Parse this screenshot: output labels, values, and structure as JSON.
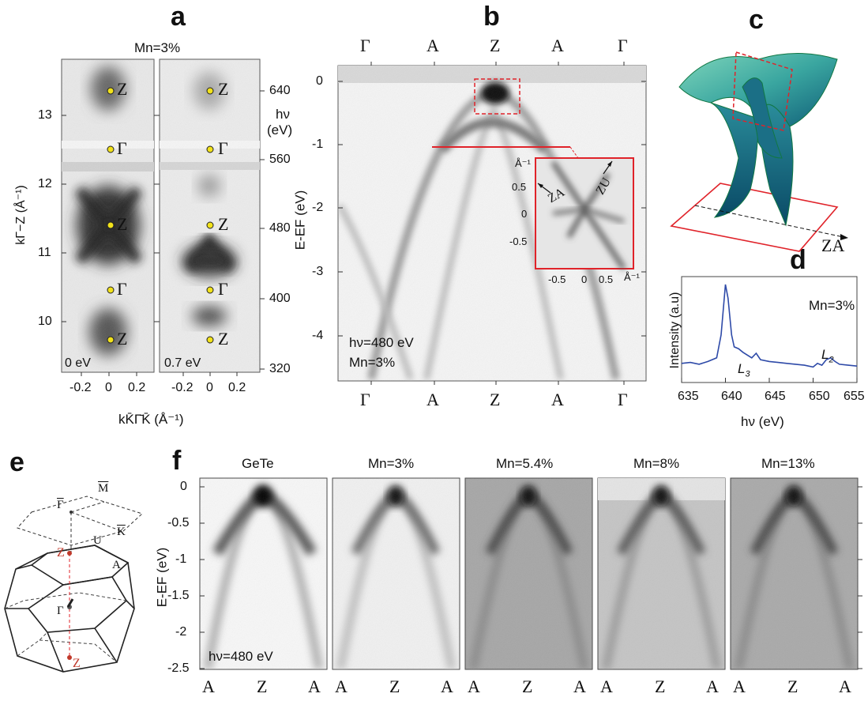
{
  "panel_labels": {
    "a": "a",
    "b": "b",
    "c": "c",
    "d": "d",
    "e": "e",
    "f": "f"
  },
  "panel_a": {
    "title": "Mn=3%",
    "ylabel": "kΓ−Z (Å⁻¹)",
    "xlabel": "kK̄Γ̄K̄ (Å⁻¹)",
    "yticks": [
      "13",
      "12",
      "11",
      "10"
    ],
    "xticks": [
      "-0.2",
      "0",
      "0.2"
    ],
    "sub_labels": [
      "0 eV",
      "0.7 eV"
    ],
    "points": [
      "Z",
      "Γ",
      "Z",
      "Γ",
      "Z"
    ],
    "hv_label": "hν",
    "hv_unit": "(eV)",
    "hv_ticks": [
      "640",
      "560",
      "480",
      "400",
      "320"
    ]
  },
  "panel_b": {
    "top_labels": [
      "Γ",
      "A",
      "Z",
      "A",
      "Γ"
    ],
    "bottom_labels": [
      "Γ",
      "A",
      "Z",
      "A",
      "Γ"
    ],
    "ylabel": "E-EF (eV)",
    "yticks": [
      "0",
      "-1",
      "-2",
      "-3",
      "-4"
    ],
    "note1": "hν=480 eV",
    "note2": "Mn=3%",
    "inset": {
      "unit": "Å⁻¹",
      "yticks": [
        "0.5",
        "0",
        "-0.5"
      ],
      "xticks": [
        "-0.5",
        "0",
        "0.5"
      ],
      "dir1": "ZA",
      "dir2": "ZU"
    }
  },
  "panel_c": {
    "axis_label": "ZA"
  },
  "panel_d": {
    "ylabel": "Intensity (a.u)",
    "xlabel": "hν (eV)",
    "note": "Mn=3%",
    "peak1": "L",
    "peak1_sub": "3",
    "peak2": "L",
    "peak2_sub": "2",
    "xticks": [
      "635",
      "640",
      "645",
      "650",
      "655"
    ],
    "line_color": "#2e4aa8",
    "chart_data": {
      "type": "line",
      "x": [
        635,
        636,
        637,
        638,
        639,
        639.5,
        640,
        640.3,
        640.7,
        641,
        641.5,
        642,
        643,
        643.5,
        644,
        645,
        646,
        647,
        648,
        649,
        650,
        650.5,
        651,
        651.5,
        652,
        652.5,
        653,
        654,
        655
      ],
      "values": [
        0.14,
        0.15,
        0.13,
        0.16,
        0.2,
        0.45,
        1.0,
        0.85,
        0.45,
        0.32,
        0.3,
        0.26,
        0.2,
        0.25,
        0.18,
        0.16,
        0.15,
        0.14,
        0.13,
        0.12,
        0.1,
        0.14,
        0.12,
        0.18,
        0.2,
        0.16,
        0.13,
        0.12,
        0.11
      ],
      "xlim": [
        635,
        655
      ]
    }
  },
  "panel_e": {
    "labels": {
      "M": "M",
      "Gbar": "Γ",
      "K": "K",
      "U": "U",
      "A": "A",
      "Z1": "Z",
      "G": "Γ",
      "Z2": "Z"
    }
  },
  "panel_f": {
    "titles": [
      "GeTe",
      "Mn=3%",
      "Mn=5.4%",
      "Mn=8%",
      "Mn=13%"
    ],
    "ylabel": "E-EF (eV)",
    "yticks": [
      "0",
      "-0.5",
      "-1",
      "-1.5",
      "-2",
      "-2.5"
    ],
    "xlabels": [
      "A",
      "Z",
      "A"
    ],
    "note": "hν=480 eV"
  }
}
